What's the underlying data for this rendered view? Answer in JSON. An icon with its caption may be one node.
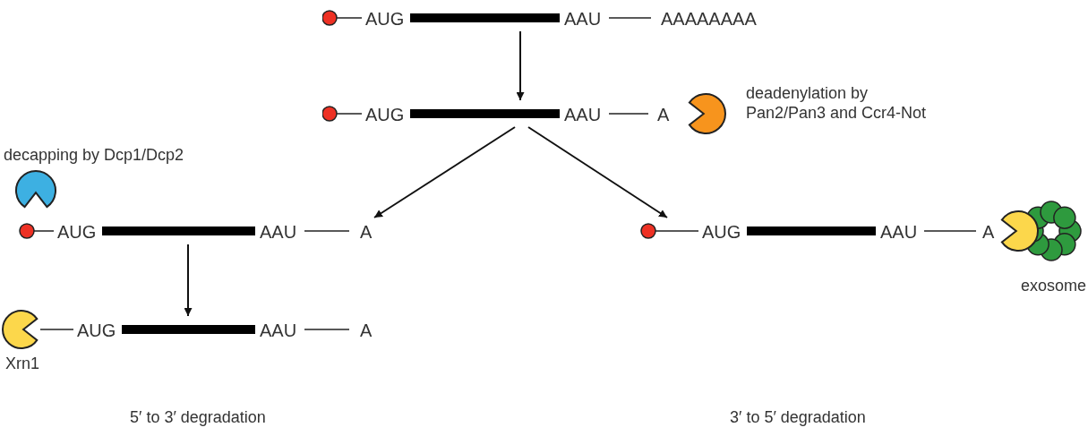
{
  "diagram": {
    "nodes": [
      {
        "text": [
          "AUG",
          "AAU",
          "AAAAAAAA"
        ]
      },
      {
        "text": [
          "AUG",
          "AAU",
          "A"
        ]
      },
      {
        "text": [
          "AUG",
          "AAU",
          "A"
        ],
        "beside": [
          "decapping by Dcp1/Dcp2"
        ]
      },
      {
        "text": [
          "AUG",
          "AAU",
          "A"
        ],
        "beside": [
          "exosome"
        ]
      },
      {
        "text": [
          "AUG",
          "AAU",
          "A"
        ],
        "beside": [
          "Xrn1"
        ]
      }
    ],
    "edges": [
      {
        "from": 0,
        "to": 1,
        "arrow": "to"
      },
      {
        "from": 1,
        "to": 2,
        "arrow": "to"
      },
      {
        "from": 1,
        "to": 3,
        "arrow": "to"
      },
      {
        "from": 2,
        "to": 4,
        "arrow": "to"
      }
    ],
    "labels": [
      "deadenylation by Pan2/Pan3 and Ccr4-Not",
      "5′ to 3′ degradation",
      "3′ to 5′ degradation"
    ]
  }
}
